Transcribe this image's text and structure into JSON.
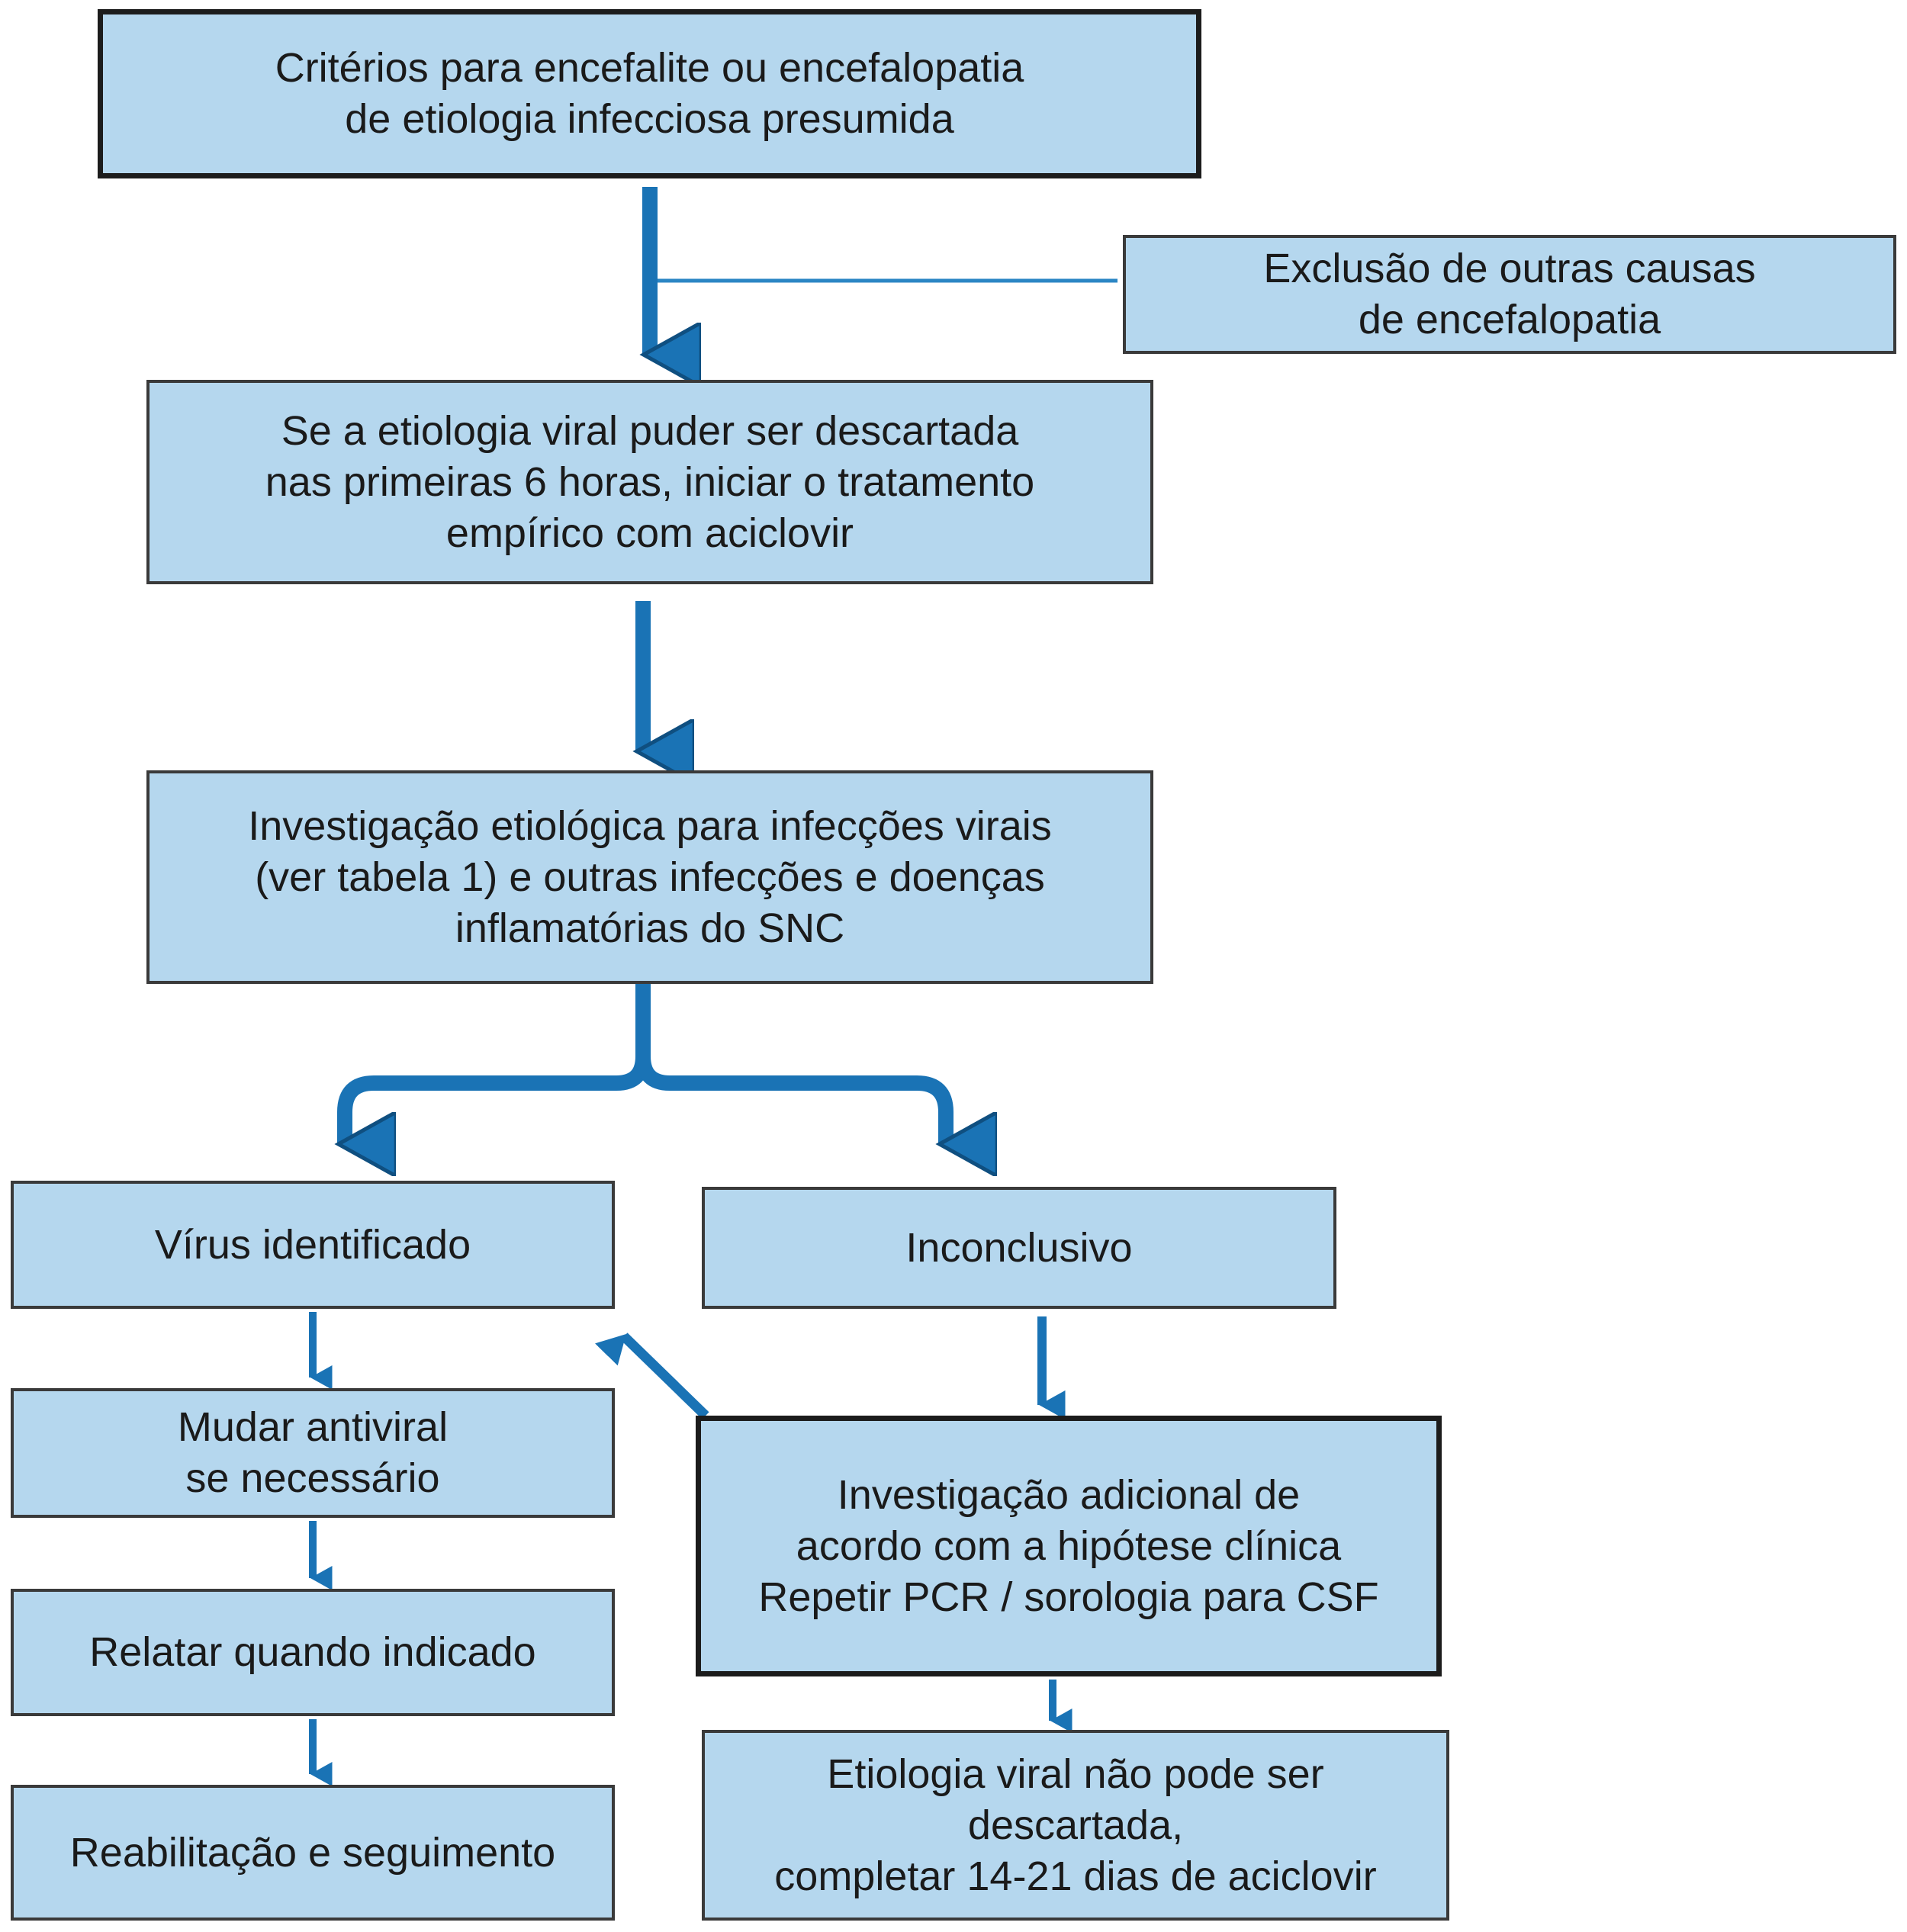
{
  "diagram": {
    "colors": {
      "box_fill": "#b5d7ee",
      "box_border": "#1c1c1c",
      "arrow": "#1a73b5",
      "text": "#1a1a1a"
    },
    "boxes": {
      "criteria": "Critérios para encefalite ou encefalopatia\nde etiologia infecciosa presumida",
      "exclusion": "Exclusão de outras causas\nde encefalopatia",
      "empiric_treatment": "Se a etiologia viral puder ser descartada\nnas primeiras 6 horas, iniciar o tratamento\nempírico com aciclovir",
      "investigation": "Investigação etiológica para infecções virais\n(ver tabela 1) e outras infecções e doenças\ninflamatórias do SNC",
      "virus_identified": "Vírus identificado",
      "inconclusive": "Inconclusivo",
      "change_antiviral": "Mudar antiviral\nse necessário",
      "additional_investigation": "Investigação adicional de\nacordo com a hipótese clínica\nRepetir PCR / sorologia para CSF",
      "report": "Relatar quando indicado",
      "viral_not_excluded": "Etiologia viral não pode ser descartada,\ncompletar 14-21 dias de aciclovir",
      "rehabilitation": "Reabilitação e seguimento"
    }
  }
}
